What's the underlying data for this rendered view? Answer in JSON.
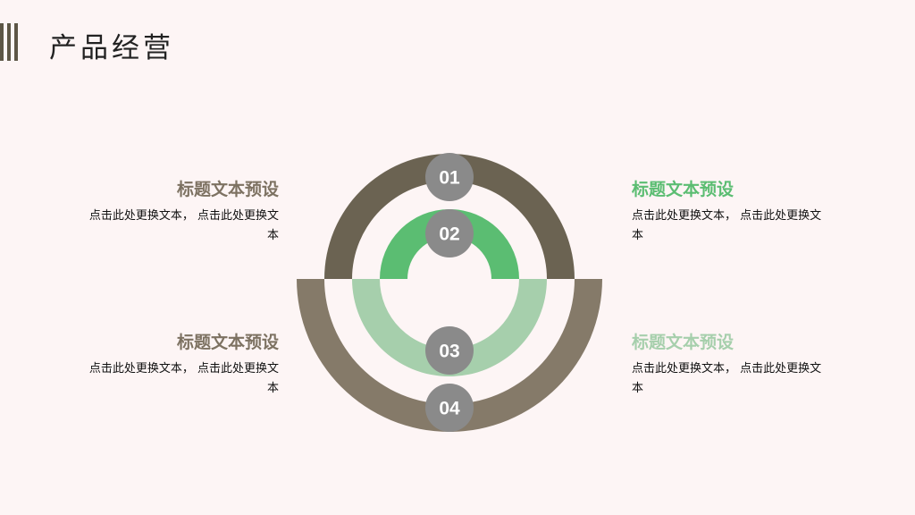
{
  "header": {
    "title": "产品经营"
  },
  "colors": {
    "background": "#fdf5f5",
    "dark_brown": "#6b6352",
    "taupe": "#857a69",
    "green": "#5bbd72",
    "light_green": "#a6cfac",
    "badge_gray": "#8a8a8a"
  },
  "diagram": {
    "badges": [
      "01",
      "02",
      "03",
      "04"
    ]
  },
  "items": [
    {
      "title": "标题文本预设",
      "body": "点击此处更换文本， 点击此处更换文本",
      "color": "#7d7262"
    },
    {
      "title": "标题文本预设",
      "body": "点击此处更换文本， 点击此处更换文本",
      "color": "#5bbd72"
    },
    {
      "title": "标题文本预设",
      "body": "点击此处更换文本， 点击此处更换文本",
      "color": "#7d7262"
    },
    {
      "title": "标题文本预设",
      "body": "点击此处更换文本， 点击此处更换文本",
      "color": "#a6cfac"
    }
  ]
}
